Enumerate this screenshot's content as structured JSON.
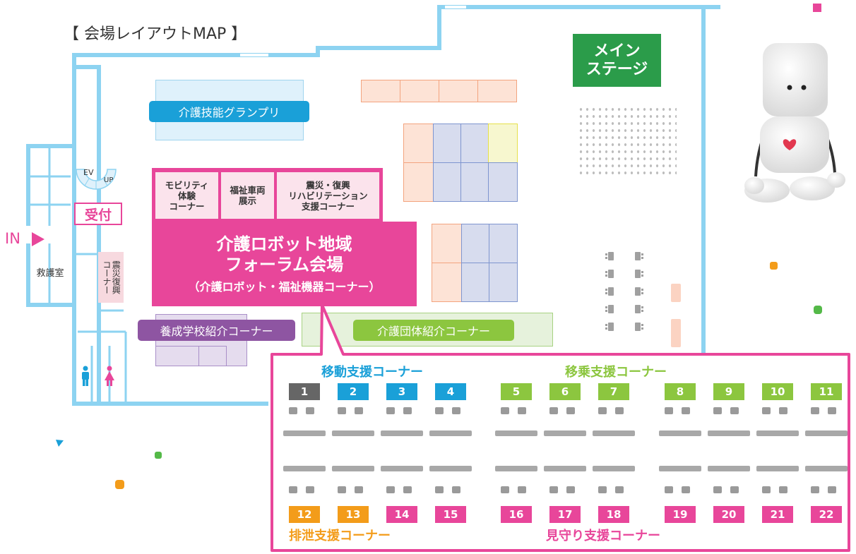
{
  "title": "【 会場レイアウトMAP 】",
  "colors": {
    "wall": "#8dd3f1",
    "pink": "#e8469a",
    "green_dark": "#2b9c4a",
    "cyan": "#1aa0d8",
    "purple": "#8e55a2",
    "green": "#8cc63f",
    "orange": "#f39c1a",
    "gray_booth": "#666666"
  },
  "stage": {
    "label": "メイン\nステージ"
  },
  "areas": {
    "grandprix": "介護技能グランプリ",
    "mobility": "モビリティ\n体験\nコーナー",
    "vehicle": "福祉車両\n展示",
    "disaster": "震災・復興\nリハビリテーション\n支援コーナー",
    "forum": "介護ロボット地域\nフォーラム会場",
    "forum_sub": "（介護ロボット・福祉機器コーナー）",
    "school": "養成学校紹介コーナー",
    "group": "介護団体紹介コーナー",
    "reception": "受付",
    "first_aid": "救護室",
    "disaster_recovery": "震災復興\nコーナー",
    "ev": "EV",
    "up": "UP",
    "in": "IN"
  },
  "inset": {
    "categories": {
      "movement": "移動支援コーナー",
      "transfer": "移乗支援コーナー",
      "excretion": "排泄支援コーナー",
      "monitoring": "見守り支援コーナー"
    },
    "top_booths": [
      {
        "n": "1",
        "color": "#666666"
      },
      {
        "n": "2",
        "color": "#1aa0d8"
      },
      {
        "n": "3",
        "color": "#1aa0d8"
      },
      {
        "n": "4",
        "color": "#1aa0d8"
      },
      {
        "n": "5",
        "color": "#8cc63f"
      },
      {
        "n": "6",
        "color": "#8cc63f"
      },
      {
        "n": "7",
        "color": "#8cc63f"
      },
      {
        "n": "8",
        "color": "#8cc63f"
      },
      {
        "n": "9",
        "color": "#8cc63f"
      },
      {
        "n": "10",
        "color": "#8cc63f"
      },
      {
        "n": "11",
        "color": "#8cc63f"
      }
    ],
    "bottom_booths": [
      {
        "n": "12",
        "color": "#f39c1a"
      },
      {
        "n": "13",
        "color": "#f39c1a"
      },
      {
        "n": "14",
        "color": "#e8469a"
      },
      {
        "n": "15",
        "color": "#e8469a"
      },
      {
        "n": "16",
        "color": "#e8469a"
      },
      {
        "n": "17",
        "color": "#e8469a"
      },
      {
        "n": "18",
        "color": "#e8469a"
      },
      {
        "n": "19",
        "color": "#e8469a"
      },
      {
        "n": "20",
        "color": "#e8469a"
      },
      {
        "n": "21",
        "color": "#e8469a"
      },
      {
        "n": "22",
        "color": "#e8469a"
      }
    ]
  }
}
